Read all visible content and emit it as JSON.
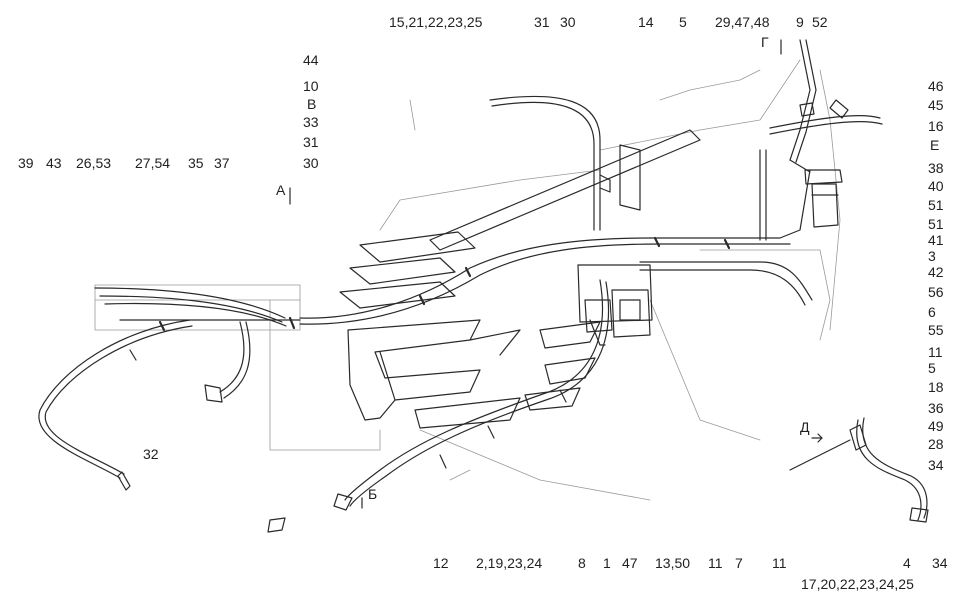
{
  "labels": {
    "top": [
      "15,21,22,23,25",
      "31",
      "30",
      "14",
      "5",
      "29,47,48",
      "9",
      "52",
      "Г"
    ],
    "left_column": [
      "44",
      "10",
      "В",
      "33",
      "31",
      "30"
    ],
    "left_row": [
      "39",
      "43",
      "26,53",
      "27,54",
      "35",
      "37"
    ],
    "view_a": "А",
    "right_column": [
      "46",
      "45",
      "16",
      "Е",
      "38",
      "40",
      "51",
      "51",
      "41",
      "3",
      "42",
      "56",
      "6",
      "55",
      "11",
      "5",
      "18",
      "36",
      "49",
      "28",
      "34"
    ],
    "view_d": "Д",
    "hose": "32",
    "view_b": "Б",
    "bottom": [
      "12",
      "2,19,23,24",
      "8",
      "1",
      "47",
      "13,50",
      "11",
      "7",
      "11",
      "4",
      "34"
    ],
    "bottom_second": "17,20,22,23,24,25"
  },
  "colors": {
    "line": "#2a2a2a",
    "faint": "#9a9a9a",
    "label": "#222222"
  }
}
